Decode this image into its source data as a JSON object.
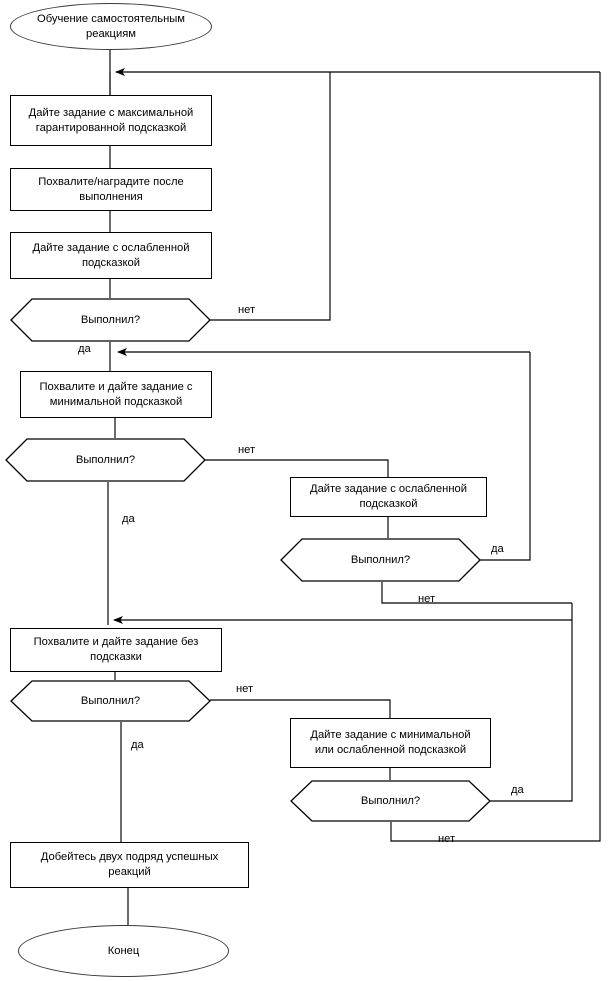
{
  "diagram": {
    "title_node": "Обучение самостоятельным реакциям",
    "end_node": "Конец",
    "yes_label": "да",
    "no_label": "нет",
    "colors": {
      "line": "#000000",
      "terminator_border": "#3b3b3b",
      "background": "#ffffff",
      "text": "#000000"
    },
    "nodes": [
      {
        "id": "start",
        "shape": "terminator",
        "text": "Обучение самостоятельным\nреакциям"
      },
      {
        "id": "p1",
        "shape": "process",
        "text": "Дайте задание с максимальной\nгарантированной подсказкой"
      },
      {
        "id": "p2",
        "shape": "process",
        "text": "Похвалите/наградите после\nвыполнения"
      },
      {
        "id": "p3",
        "shape": "process",
        "text": "Дайте задание с ослабленной\nподсказкой"
      },
      {
        "id": "d1",
        "shape": "decision",
        "text": "Выполнил?"
      },
      {
        "id": "p4",
        "shape": "process",
        "text": "Похвалите и дайте задание с\nминимальной подсказкой"
      },
      {
        "id": "d2",
        "shape": "decision",
        "text": "Выполнил?"
      },
      {
        "id": "p5",
        "shape": "process",
        "text": "Дайте задание с ослабленной\nподсказкой"
      },
      {
        "id": "d3",
        "shape": "decision",
        "text": "Выполнил?"
      },
      {
        "id": "p6",
        "shape": "process",
        "text": "Похвалите и дайте задание без\nподсказки"
      },
      {
        "id": "d4",
        "shape": "decision",
        "text": "Выполнил?"
      },
      {
        "id": "p7",
        "shape": "process",
        "text": "Дайте задание с минимальной\nили ослабленной подсказкой"
      },
      {
        "id": "d5",
        "shape": "decision",
        "text": "Выполнил?"
      },
      {
        "id": "p8",
        "shape": "process",
        "text": "Добейтесь двух подряд успешных\nреакций"
      },
      {
        "id": "end",
        "shape": "terminator",
        "text": "Конец"
      }
    ],
    "edge_labels": [
      {
        "id": "d1-no",
        "text": "нет"
      },
      {
        "id": "d1-yes",
        "text": "да"
      },
      {
        "id": "d2-no",
        "text": "нет"
      },
      {
        "id": "d2-yes",
        "text": "да"
      },
      {
        "id": "d3-yes",
        "text": "да"
      },
      {
        "id": "d3-no",
        "text": "нет"
      },
      {
        "id": "d4-no",
        "text": "нет"
      },
      {
        "id": "d4-yes",
        "text": "да"
      },
      {
        "id": "d5-yes",
        "text": "да"
      },
      {
        "id": "d5-no",
        "text": "нет"
      }
    ]
  }
}
